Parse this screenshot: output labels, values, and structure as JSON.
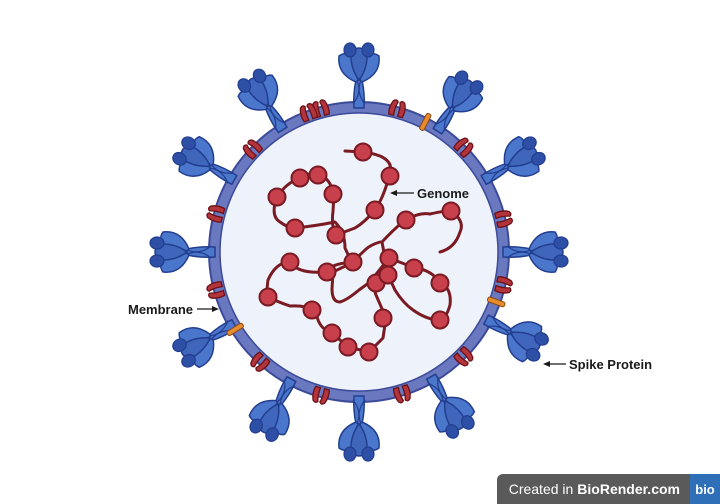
{
  "labels": {
    "genome": "Genome",
    "membrane": "Membrane",
    "spike": "Spike Protein"
  },
  "watermark": {
    "prefix": "Created in",
    "brand": "BioRender.com",
    "logo": "bio"
  },
  "colors": {
    "interior": "#eef3fb",
    "membrane": "#6a78c0",
    "membrane_edge": "#3c4a9a",
    "spike": "#4a76cc",
    "spike_edge": "#233e8f",
    "spike_dark": "#2d4fa6",
    "protein_red": "#b4343c",
    "protein_edge": "#6b1218",
    "protein_orange": "#e88a2e",
    "genome_strand": "#7a1a22",
    "genome_bead": "#c8404c",
    "genome_bead_edge": "#7a1a22"
  }
}
